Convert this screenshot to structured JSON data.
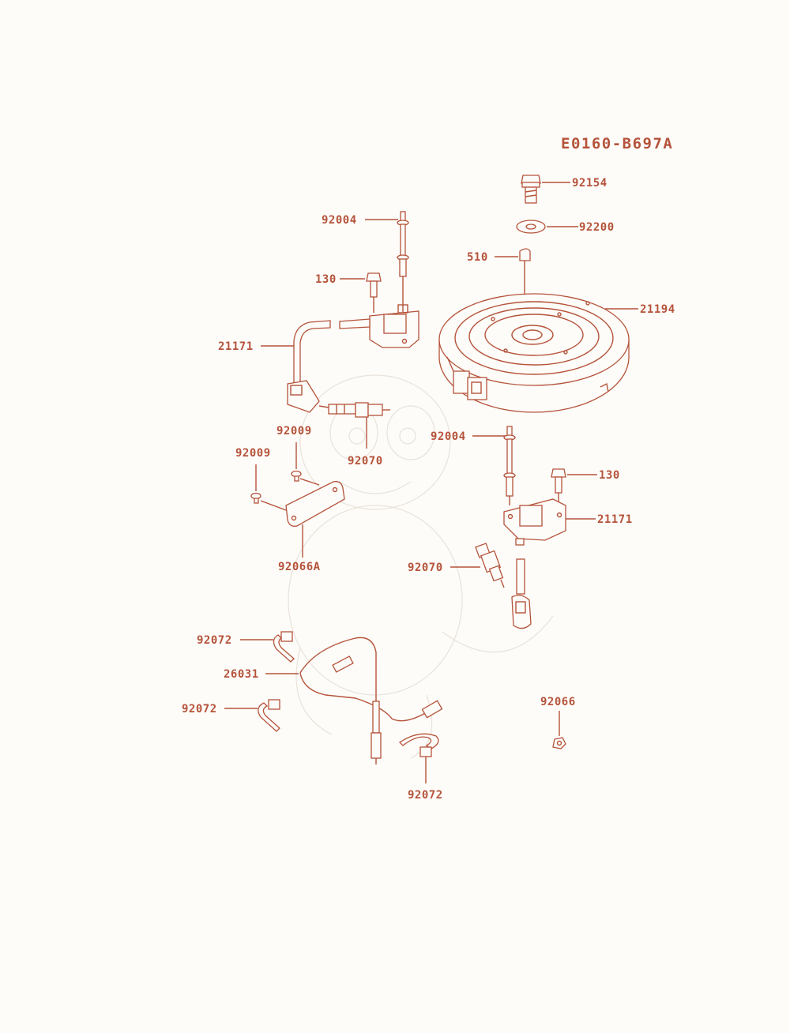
{
  "diagram": {
    "reference_code": "E0160-B697A",
    "colors": {
      "line": "#b5533a",
      "background": "#fdfcf9",
      "watermark": "#e9e2da"
    },
    "callouts": {
      "c92154": "92154",
      "c92200": "92200",
      "c510": "510",
      "c21194": "21194",
      "c92004_top": "92004",
      "c130_top": "130",
      "c21171_left": "21171",
      "c92009_a": "92009",
      "c92009_b": "92009",
      "c92070_top": "92070",
      "c92066A": "92066A",
      "c92004_right": "92004",
      "c130_right": "130",
      "c21171_right": "21171",
      "c92070_right": "92070",
      "c92072_a": "92072",
      "c26031": "26031",
      "c92072_b": "92072",
      "c92072_c": "92072",
      "c92066": "92066"
    }
  }
}
